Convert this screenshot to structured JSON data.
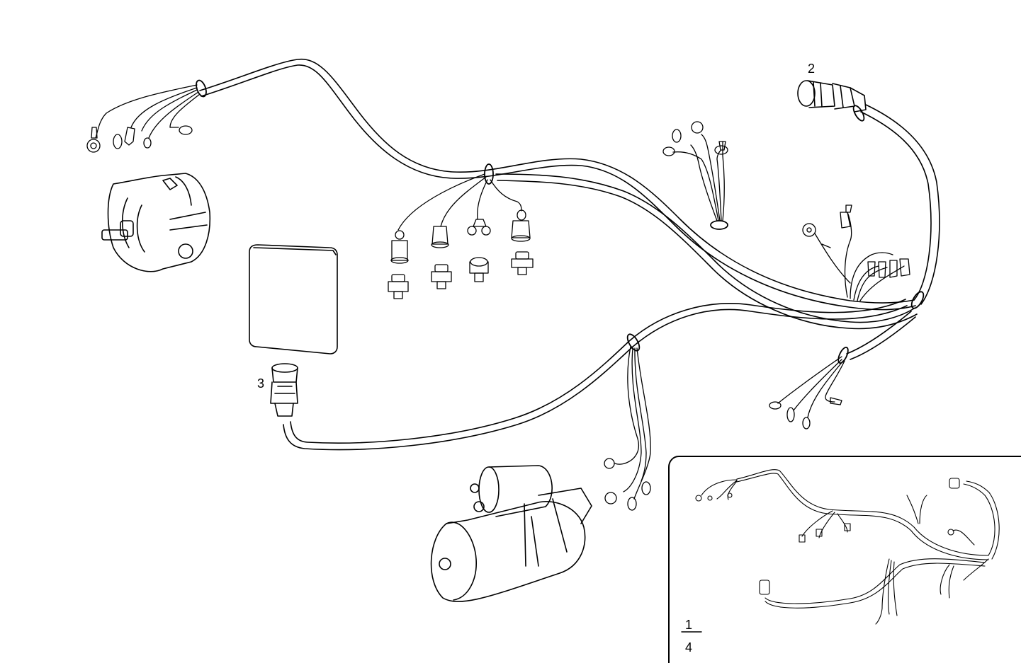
{
  "callouts": [
    {
      "id": "2"
    },
    {
      "id": "3"
    }
  ],
  "inset": {
    "numerator": "1",
    "denominator": "4"
  },
  "labels": {
    "callout_2": "2",
    "callout_3": "3"
  }
}
